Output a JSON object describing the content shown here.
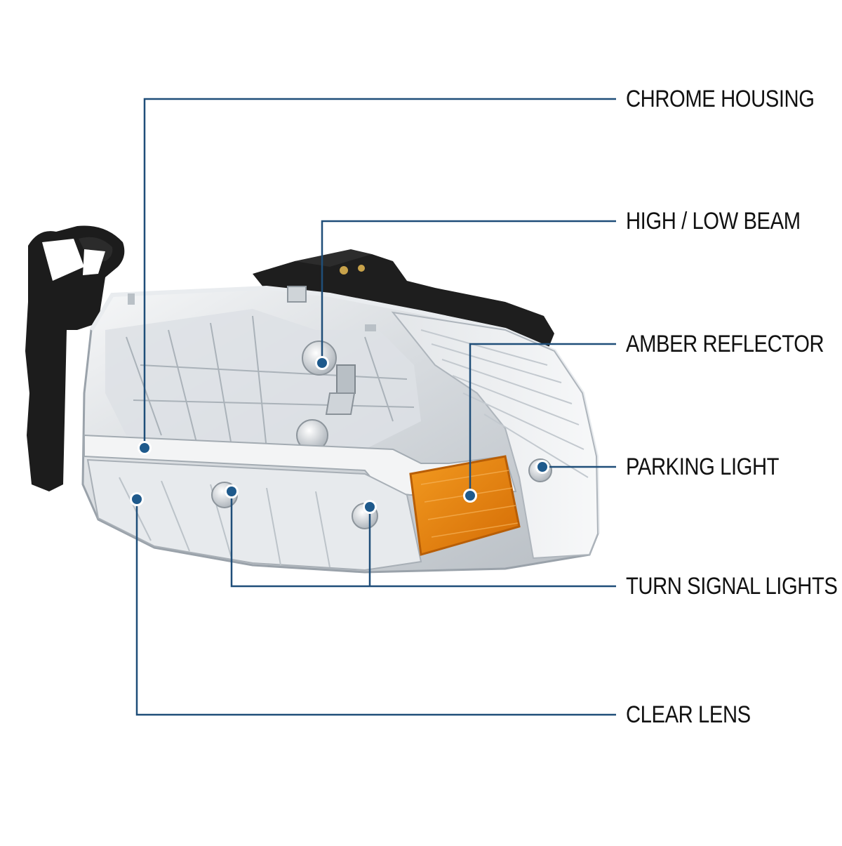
{
  "colors": {
    "leader": "#1f4e79",
    "dot": "#1f5a8c",
    "amber": "#e8820c",
    "chrome_light": "#eef0f2",
    "chrome_mid": "#c9ced3",
    "chrome_dark": "#8f979f",
    "bracket": "#1c1c1c"
  },
  "callouts": {
    "chrome_housing": "CHROME HOUSING",
    "high_low_beam": "HIGH / LOW BEAM",
    "amber_reflector": "AMBER REFLECTOR",
    "parking_light": "PARKING LIGHT",
    "turn_signal_lights": "TURN SIGNAL LIGHTS",
    "clear_lens": "CLEAR LENS"
  }
}
